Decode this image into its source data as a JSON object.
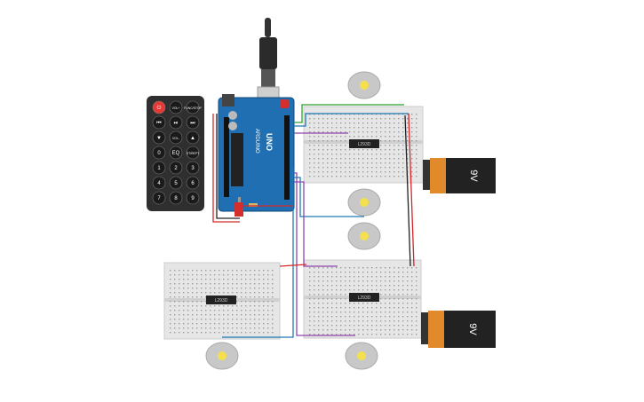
{
  "remote": {
    "buttons": [
      {
        "name": "power-button",
        "label": "⏻",
        "color": "#e53935"
      },
      {
        "name": "vol-up-button",
        "label": "VOL+"
      },
      {
        "name": "func-stop-button",
        "label": "FUNC/STOP"
      },
      {
        "name": "rewind-button",
        "label": "⏮"
      },
      {
        "name": "play-pause-button",
        "label": "⏯"
      },
      {
        "name": "fast-forward-button",
        "label": "⏭"
      },
      {
        "name": "down-button",
        "label": "▼"
      },
      {
        "name": "vol-down-button",
        "label": "VOL-"
      },
      {
        "name": "up-button",
        "label": "▲"
      },
      {
        "name": "digit-0-button",
        "label": "0"
      },
      {
        "name": "eq-button",
        "label": "EQ"
      },
      {
        "name": "st-rept-button",
        "label": "ST/REPT"
      },
      {
        "name": "digit-1-button",
        "label": "1"
      },
      {
        "name": "digit-2-button",
        "label": "2"
      },
      {
        "name": "digit-3-button",
        "label": "3"
      },
      {
        "name": "digit-4-button",
        "label": "4"
      },
      {
        "name": "digit-5-button",
        "label": "5"
      },
      {
        "name": "digit-6-button",
        "label": "6"
      },
      {
        "name": "digit-7-button",
        "label": "7"
      },
      {
        "name": "digit-8-button",
        "label": "8"
      },
      {
        "name": "digit-9-button",
        "label": "9"
      }
    ]
  },
  "arduino": {
    "logo": "UNO",
    "brand": "ARDUINO"
  },
  "chips": {
    "label": "L293D"
  },
  "batteries": {
    "label": "9V"
  },
  "colors": {
    "arduino_blue": "#1f6fb2",
    "breadboard": "#e6e6e6",
    "motor": "#c8c8c8",
    "battery_orange": "#e08a2c",
    "battery_black": "#222222",
    "wire_red": "#d62728",
    "wire_black": "#222222",
    "wire_green": "#2ca02c",
    "wire_blue": "#1f77b4",
    "wire_purple": "#8e44ad"
  }
}
